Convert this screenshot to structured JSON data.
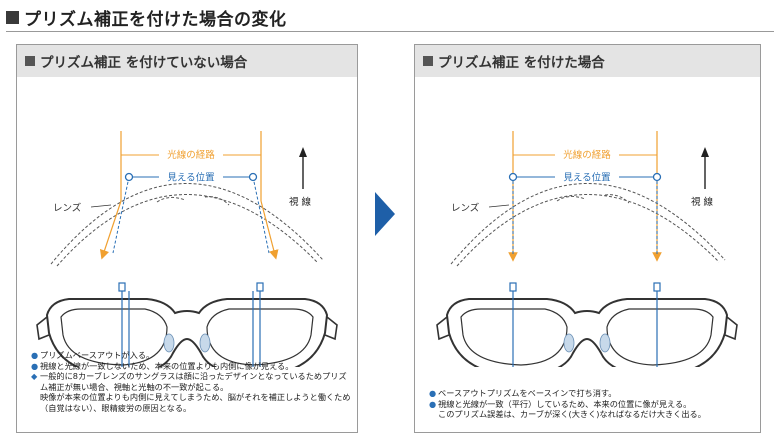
{
  "page": {
    "title": "プリズム補正を付けた場合の変化"
  },
  "colors": {
    "orange": "#f0a030",
    "blue": "#2a6fb5",
    "dark": "#333333"
  },
  "left_panel": {
    "header": "プリズム補正 を付けていない場合",
    "labels": {
      "light_path": "光線の経路",
      "visible_position": "見える位置",
      "gaze": "視 線",
      "lens": "レンズ"
    },
    "notes": [
      {
        "mark": "●",
        "text": "プリズムベースアウトが入る。"
      },
      {
        "mark": "●",
        "text": "視線と光線が一致しないため、本来の位置よりも内側に像が見える。"
      },
      {
        "mark": "◆",
        "text": "一般的に8カーブレンズのサングラスは顔に沿ったデザインとなっているためプリズム補正が無い場合、視軸と光軸の不一致が起こる。"
      },
      {
        "mark": "",
        "text": "映像が本来の位置よりも内側に見えてしまうため、脳がそれを補正しようと働くため（自覚はない）、眼精疲労の原因となる。"
      }
    ]
  },
  "right_panel": {
    "header": "プリズム補正 を付けた場合",
    "labels": {
      "light_path": "光線の経路",
      "visible_position": "見える位置",
      "gaze": "視 線",
      "lens": "レンズ"
    },
    "notes": [
      {
        "mark": "●",
        "text": "ベースアウトプリズムをベースインで打ち消す。"
      },
      {
        "mark": "●",
        "text": "視線と光線が一致（平行）しているため、本来の位置に像が見える。"
      },
      {
        "mark": "",
        "text": "このプリズム誤差は、カーブが深く(大きく)なればなるだけ大きく出る。"
      }
    ]
  }
}
